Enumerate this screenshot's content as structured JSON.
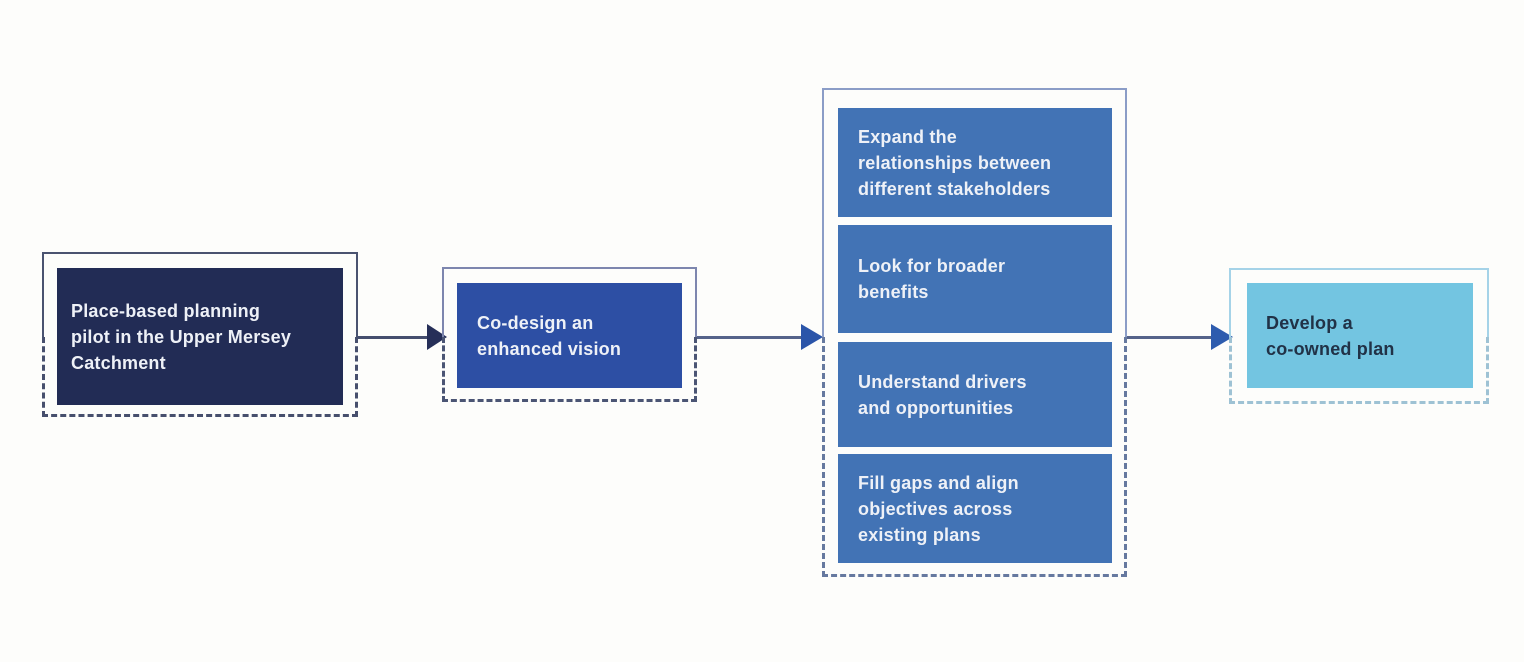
{
  "diagram": {
    "type": "flowchart",
    "direction": "left-to-right",
    "stages": [
      {
        "id": "stage-1",
        "label": "Place-based planning\npilot in the Upper Mersey\nCatchment",
        "fill": "#222c55",
        "text_color": "#eef1f7"
      },
      {
        "id": "stage-2",
        "label": "Co-design an\nenhanced vision",
        "fill": "#2d4fa4",
        "text_color": "#eef1f7"
      },
      {
        "id": "stage-3",
        "fill": "#4273b5",
        "text_color": "#eef1f7",
        "items": [
          {
            "label": "Expand the\nrelationships between\ndifferent stakeholders"
          },
          {
            "label": "Look for broader\nbenefits"
          },
          {
            "label": "Understand drivers\nand opportunities"
          },
          {
            "label": "Fill gaps and align\nobjectives across\nexisting plans"
          }
        ]
      },
      {
        "id": "stage-4",
        "label": "Develop a\nco-owned plan",
        "fill": "#73c5e1",
        "text_color": "#213247"
      }
    ],
    "arrows": {
      "count": 3,
      "line_color": "#55638a",
      "head_colors": [
        "#262f58",
        "#2b55a9",
        "#2e5cae"
      ]
    }
  }
}
